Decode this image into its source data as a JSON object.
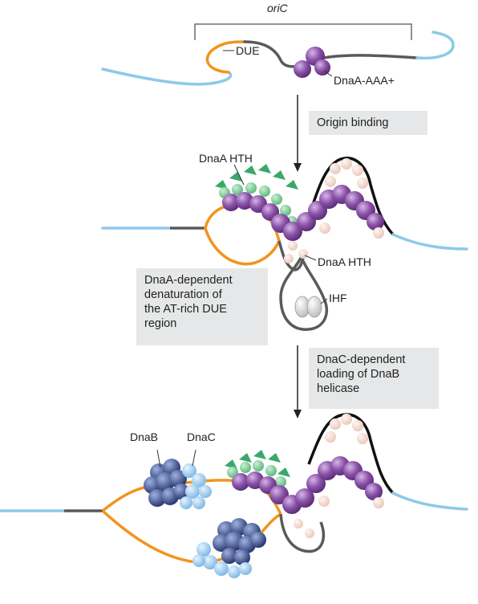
{
  "labels": {
    "oric": "oriC",
    "due": "DUE",
    "dnaa_aaa": "DnaA-AAA+",
    "dnaa_hth_top": "DnaA HTH",
    "dnaa_hth_bottom": "DnaA HTH",
    "ihf": "IHF",
    "dnab": "DnaB",
    "dnac": "DnaC"
  },
  "steps": {
    "origin_binding": "Origin binding",
    "denaturation": [
      "DnaA-dependent",
      "denaturation of",
      "the AT-rich DUE",
      "region"
    ],
    "loading": [
      "DnaC-dependent",
      "loading of DnaB",
      "helicase"
    ]
  },
  "colors": {
    "dna": "#8ec9e8",
    "due_strand": "#f2941e",
    "oric_dna": "#5a5a5a",
    "dnaa": "#8a52a8",
    "dnaa_hth_green": "#3aa86a",
    "ihf": "#d9d9d9",
    "dnab": "#3c4f8f",
    "dnac": "#9ccbee",
    "box": "#e6e7e8"
  }
}
